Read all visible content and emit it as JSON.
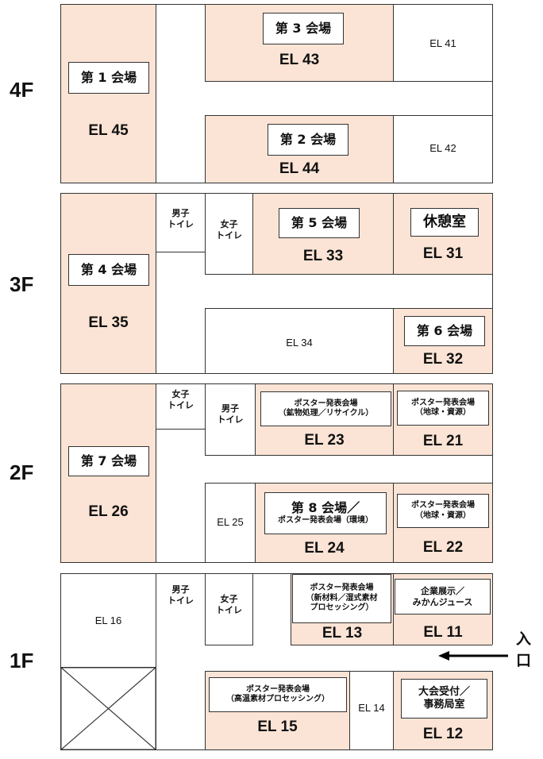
{
  "floors": {
    "f4": {
      "label": "4F",
      "hall1": "第 1 会場",
      "el45": "EL 45",
      "hall3": "第 3 会場",
      "el43": "EL 43",
      "el41": "EL 41",
      "hall2": "第 2 会場",
      "el44": "EL 44",
      "el42": "EL 42"
    },
    "f3": {
      "label": "3F",
      "hall4": "第 4 会場",
      "el35": "EL 35",
      "men": "男子\nトイレ",
      "women": "女子\nトイレ",
      "hall5": "第 5 会場",
      "el33": "EL 33",
      "rest": "休憩室",
      "el31": "EL 31",
      "el34": "EL 34",
      "hall6": "第 6 会場",
      "el32": "EL 32"
    },
    "f2": {
      "label": "2F",
      "hall7": "第 7 会場",
      "el26": "EL 26",
      "women": "女子\nトイレ",
      "men": "男子\nトイレ",
      "poster23": "ポスター発表会場\n（鉱物処理／リサイクル）",
      "el23": "EL 23",
      "poster21": "ポスター発表会場\n（地球・資源）",
      "el21": "EL 21",
      "el25": "EL 25",
      "hall8": "第 8 会場／",
      "poster24": "ポスター発表会場（環境）",
      "el24": "EL 24",
      "poster22": "ポスター発表会場\n（地球・資源）",
      "el22": "EL 22"
    },
    "f1": {
      "label": "1F",
      "el16": "EL 16",
      "men": "男子\nトイレ",
      "women": "女子\nトイレ",
      "poster13": "ポスター発表会場\n（新材料／湿式素材\nプロセッシング）",
      "el13": "EL 13",
      "expo": "企業展示／\nみかんジュース",
      "el11": "EL 11",
      "entrance": "入\n口",
      "poster15": "ポスター発表会場\n（高温素材プロセッシング）",
      "el15": "EL 15",
      "el14": "EL 14",
      "reception": "大会受付／\n事務局室",
      "el12": "EL 12"
    }
  },
  "colors": {
    "room_fill": "#fbe4d5",
    "border": "#333333"
  }
}
